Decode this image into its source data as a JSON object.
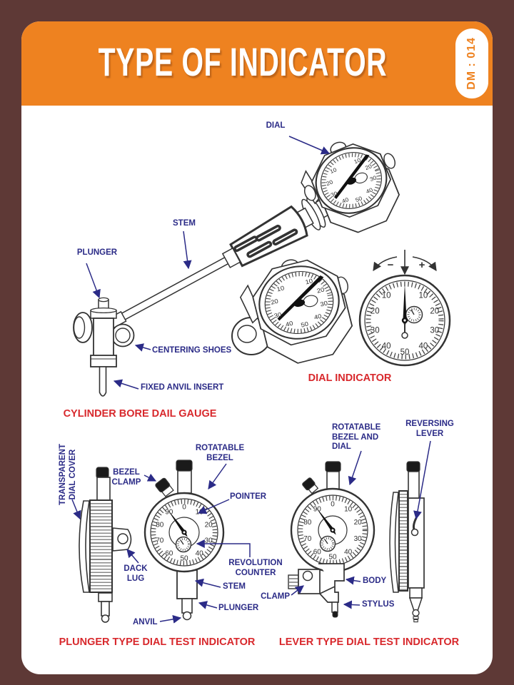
{
  "poster": {
    "title": "TYPE OF INDICATOR",
    "code": "DM : 014"
  },
  "sections": {
    "cylinder_bore_gauge": {
      "title": "CYLINDER BORE DAIL GAUGE",
      "labels": {
        "dial": "DIAL",
        "stem": "STEM",
        "plunger": "PLUNGER",
        "centering_shoes": "CENTERING SHOES",
        "fixed_anvil_insert": "FIXED ANVIL INSERT"
      }
    },
    "dial_indicator": {
      "title": "DIAL INDICATOR",
      "minus_sign": "−",
      "plus_sign": "+"
    },
    "plunger_type": {
      "title": "PLUNGER TYPE DIAL TEST INDICATOR",
      "labels": {
        "transparent_dial_cover": "TRANSPARENT DIAL COVER",
        "bezel_clamp": "BEZEL CLAMP",
        "rotatable_bezel": "ROTATABLE BEZEL",
        "pointer": "POINTER",
        "dack_lug": "DACK LUG",
        "revolution_counter": "REVOLUTION COUNTER",
        "stem": "STEM",
        "plunger": "PLUNGER",
        "anvil": "ANVIL"
      }
    },
    "lever_type": {
      "title": "LEVER  TYPE DIAL TEST INDICATOR",
      "labels": {
        "rotatable_bezel_and_dial": "ROTATABLE BEZEL AND DIAL",
        "reversing_lever": "REVERSING LEVER",
        "clamp": "CLAMP",
        "body": "BODY",
        "stylus": "STYLUS"
      }
    }
  },
  "dial_scales": {
    "balanced": [
      10,
      20,
      30,
      40,
      50,
      40,
      30,
      20,
      10
    ],
    "continuous": [
      0,
      10,
      20,
      30,
      40,
      50,
      60,
      70,
      80,
      90
    ]
  },
  "colors": {
    "background": "#5e3936",
    "header_orange": "#ee8220",
    "label_navy": "#2b2b87",
    "title_red": "#d8282c"
  }
}
